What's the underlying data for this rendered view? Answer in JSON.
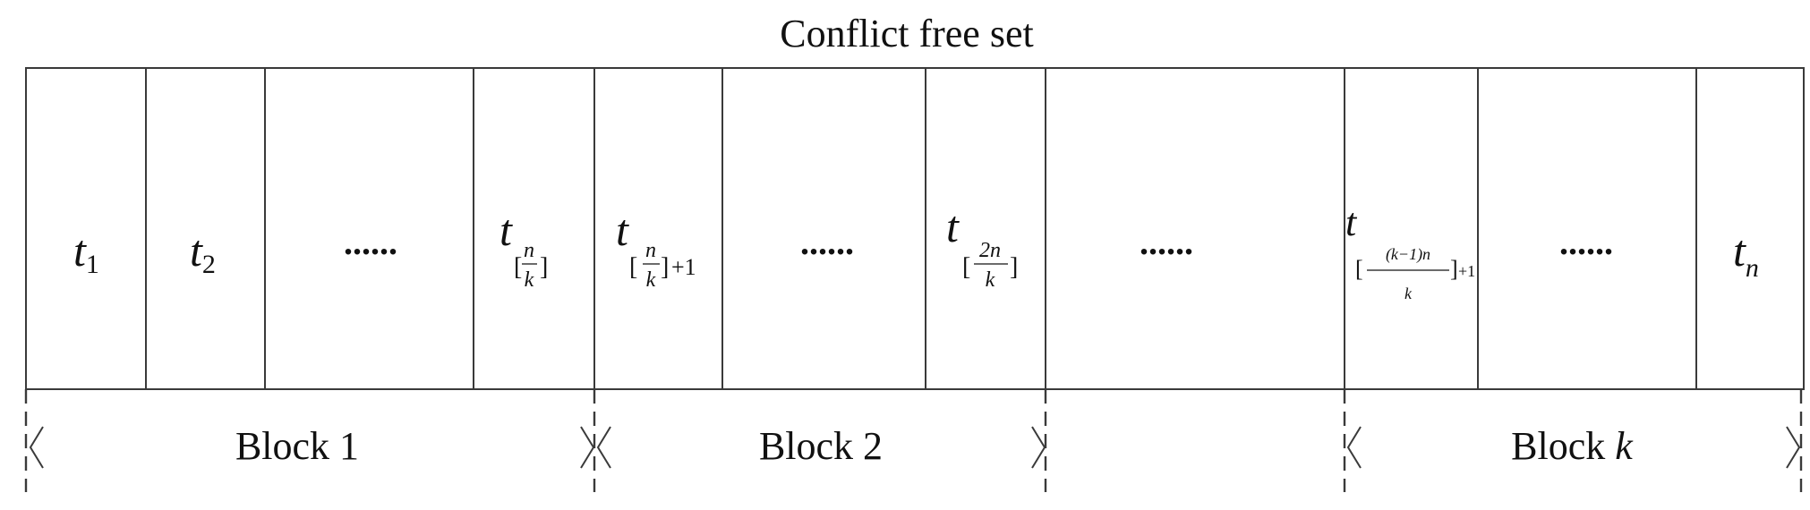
{
  "title": "Conflict free set",
  "cells": [
    {
      "base": "t",
      "sub": "1"
    },
    {
      "base": "t",
      "sub": "2"
    },
    {
      "dots": "......"
    },
    {
      "base": "t",
      "bracket_frac": {
        "num": "n",
        "den": "k"
      }
    },
    {
      "base": "t",
      "bracket_frac": {
        "num": "n",
        "den": "k"
      },
      "after": "+1"
    },
    {
      "dots": "......"
    },
    {
      "base": "t",
      "bracket_frac": {
        "num": "2n",
        "den": "k"
      }
    },
    {
      "dots": "......"
    },
    {
      "base": "t",
      "bracket_frac": {
        "num": "(k−1)n",
        "den": "k"
      },
      "after": "+1"
    },
    {
      "dots": "......"
    },
    {
      "base": "t",
      "sub": "n"
    }
  ],
  "blocks": [
    {
      "label": "Block 1"
    },
    {
      "label": "Block 2"
    },
    {
      "label": ""
    },
    {
      "label": "Block ",
      "label_var": "k"
    }
  ]
}
